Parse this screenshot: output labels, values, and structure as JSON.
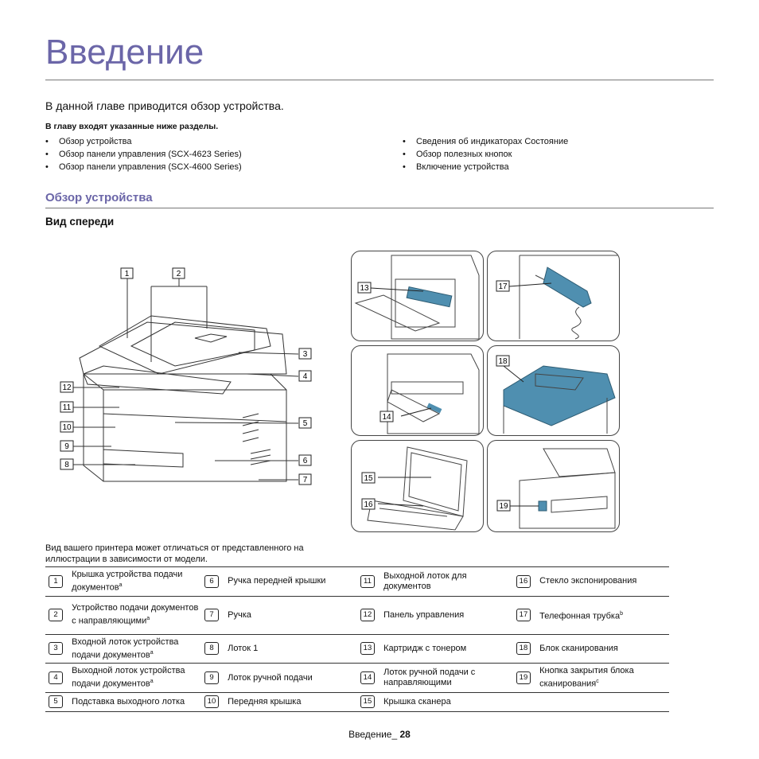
{
  "page": {
    "title": "Введение",
    "intro": "В данной главе приводится обзор устройства.",
    "sections_heading": "В главу входят указанные ниже разделы.",
    "toc_left": [
      "Обзор устройства",
      "Обзор панели управления (SCX-4623 Series)",
      "Обзор панели управления (SCX-4600 Series)"
    ],
    "toc_right": [
      "Сведения об индикаторах Состояние",
      "Обзор полезных кнопок",
      "Включение устройства"
    ],
    "section_title": "Обзор устройства",
    "subsection_title": "Вид спереди",
    "note": "Вид вашего принтера может отличаться от представленного на иллюстрации в зависимости от модели.",
    "footer_text": "Введение_",
    "footer_page": "28"
  },
  "callouts": {
    "main": [
      "1",
      "2",
      "3",
      "4",
      "5",
      "6",
      "7",
      "8",
      "9",
      "10",
      "11",
      "12"
    ],
    "p13": "13",
    "p14": "14",
    "p15": "15",
    "p16": "16",
    "p17": "17",
    "p18": "18",
    "p19": "19"
  },
  "parts_table": [
    [
      {
        "n": "1",
        "t": "Крышка устройства подачи документов",
        "s": "a"
      },
      {
        "n": "6",
        "t": "Ручка передней крышки",
        "s": ""
      },
      {
        "n": "11",
        "t": "Выходной лоток для документов",
        "s": ""
      },
      {
        "n": "16",
        "t": "Стекло экспонирования",
        "s": ""
      }
    ],
    [
      {
        "n": "2",
        "t": "Устройство подачи документов с направляющими",
        "s": "a"
      },
      {
        "n": "7",
        "t": "Ручка",
        "s": ""
      },
      {
        "n": "12",
        "t": "Панель управления",
        "s": ""
      },
      {
        "n": "17",
        "t": "Телефонная трубка",
        "s": "b"
      }
    ],
    [
      {
        "n": "3",
        "t": "Входной лоток устройства подачи документов",
        "s": "a"
      },
      {
        "n": "8",
        "t": "Лоток 1",
        "s": ""
      },
      {
        "n": "13",
        "t": "Картридж с тонером",
        "s": ""
      },
      {
        "n": "18",
        "t": "Блок сканирования",
        "s": ""
      }
    ],
    [
      {
        "n": "4",
        "t": "Выходной лоток устройства подачи документов",
        "s": "a"
      },
      {
        "n": "9",
        "t": "Лоток ручной подачи",
        "s": ""
      },
      {
        "n": "14",
        "t": "Лоток ручной подачи с направляющими",
        "s": ""
      },
      {
        "n": "19",
        "t": "Кнопка закрытия блока сканирования",
        "s": "c"
      }
    ],
    [
      {
        "n": "5",
        "t": "Подставка выходного лотка",
        "s": ""
      },
      {
        "n": "10",
        "t": "Передняя крышка",
        "s": ""
      },
      {
        "n": "15",
        "t": "Крышка сканера",
        "s": ""
      },
      {
        "n": "",
        "t": "",
        "s": ""
      }
    ]
  ],
  "colors": {
    "accent": "#6b66a8",
    "scan_highlight": "#4f8fb0"
  }
}
